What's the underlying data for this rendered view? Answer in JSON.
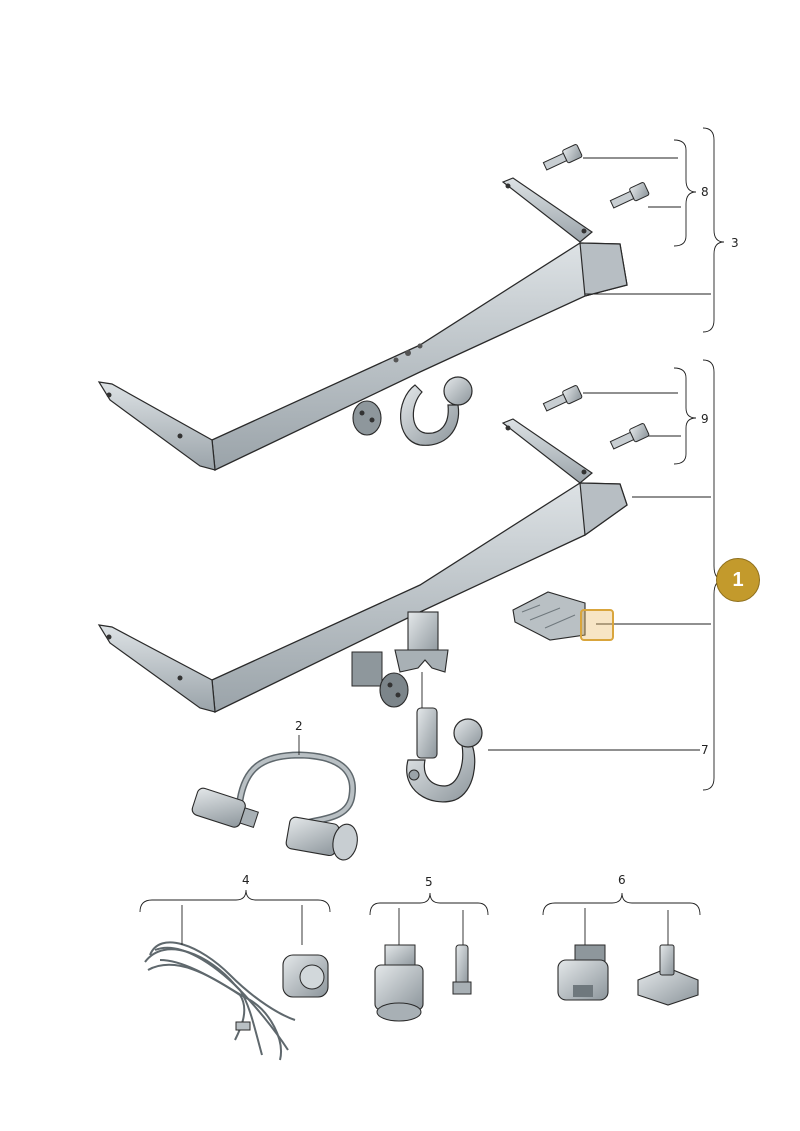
{
  "diagram": {
    "callouts": {
      "c1": "1",
      "c2": "2",
      "c3": "3",
      "c4": "4",
      "c5": "5",
      "c6": "6",
      "c7": "7",
      "c8": "8",
      "c9": "9"
    },
    "active_callout": "1",
    "colors": {
      "part_fill": "#c5ccd0",
      "part_shade": "#8f989e",
      "outline": "#2a2a2a",
      "accent": "#c39a2c"
    }
  }
}
